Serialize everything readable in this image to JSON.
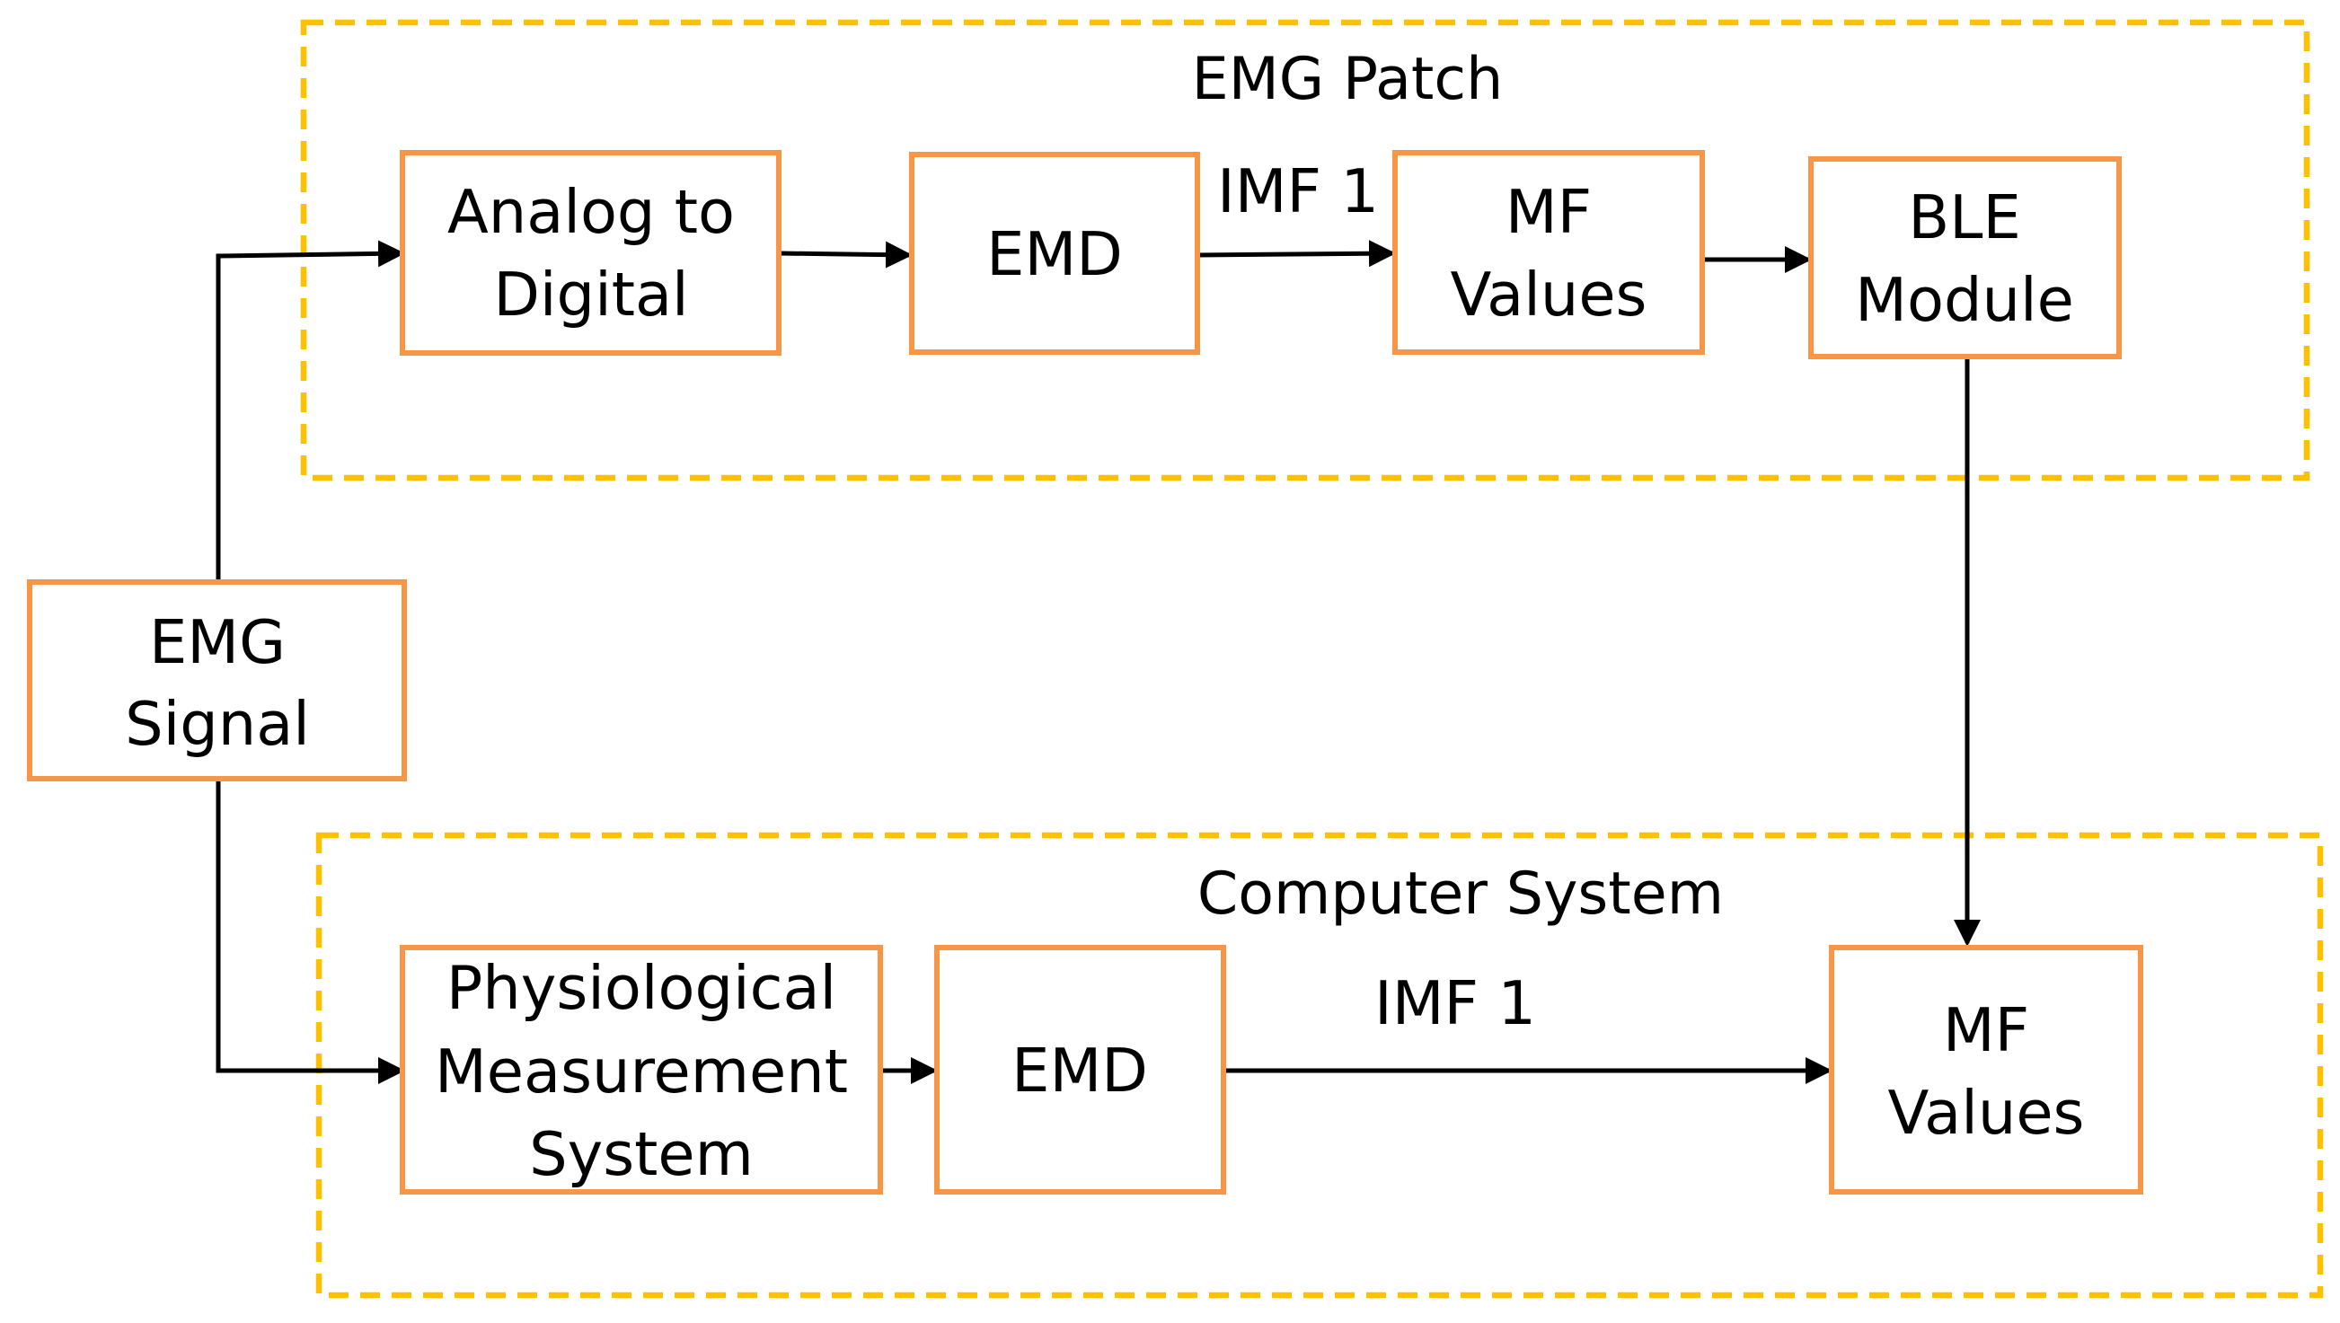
{
  "colors": {
    "group_border": "#FFC000",
    "block_border": "#F79646",
    "connector": "#000000",
    "text": "#000000",
    "background": "#FFFFFF"
  },
  "groups": {
    "emg_patch": {
      "title": "EMG Patch"
    },
    "computer_system": {
      "title": "Computer System"
    }
  },
  "blocks": {
    "emg_signal": {
      "line1": "EMG",
      "line2": "Signal"
    },
    "adc": {
      "line1": "Analog to",
      "line2": "Digital"
    },
    "emd_top": {
      "line1": "EMD"
    },
    "mf_top": {
      "line1": "MF",
      "line2": "Values"
    },
    "ble": {
      "line1": "BLE",
      "line2": "Module"
    },
    "pms": {
      "line1": "Physiological",
      "line2": "Measurement",
      "line3": "System"
    },
    "emd_bottom": {
      "line1": "EMD"
    },
    "mf_bottom": {
      "line1": "MF",
      "line2": "Values"
    }
  },
  "edge_labels": {
    "top_imf": "IMF 1",
    "bottom_imf": "IMF 1"
  }
}
